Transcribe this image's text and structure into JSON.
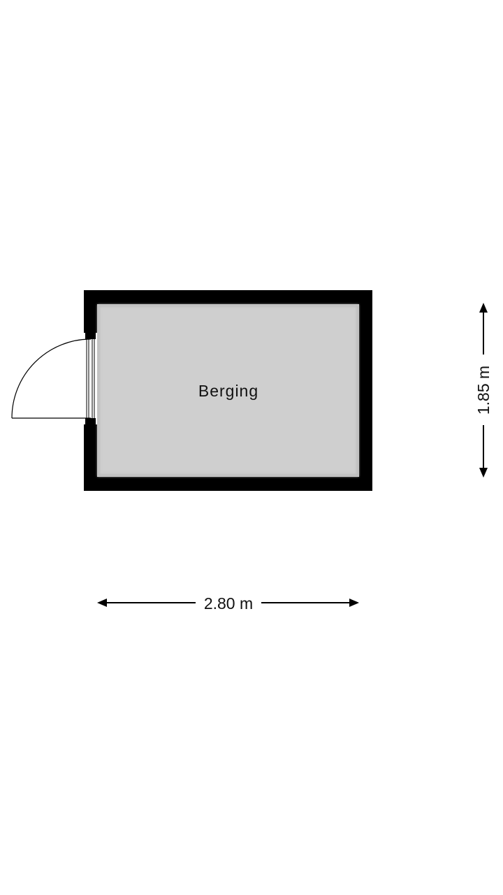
{
  "room": {
    "name": "Berging",
    "floor_color": "#cfcfcf",
    "wall_color": "#000000"
  },
  "dimensions": {
    "width": "2.80 m",
    "depth": "1.85 m"
  }
}
